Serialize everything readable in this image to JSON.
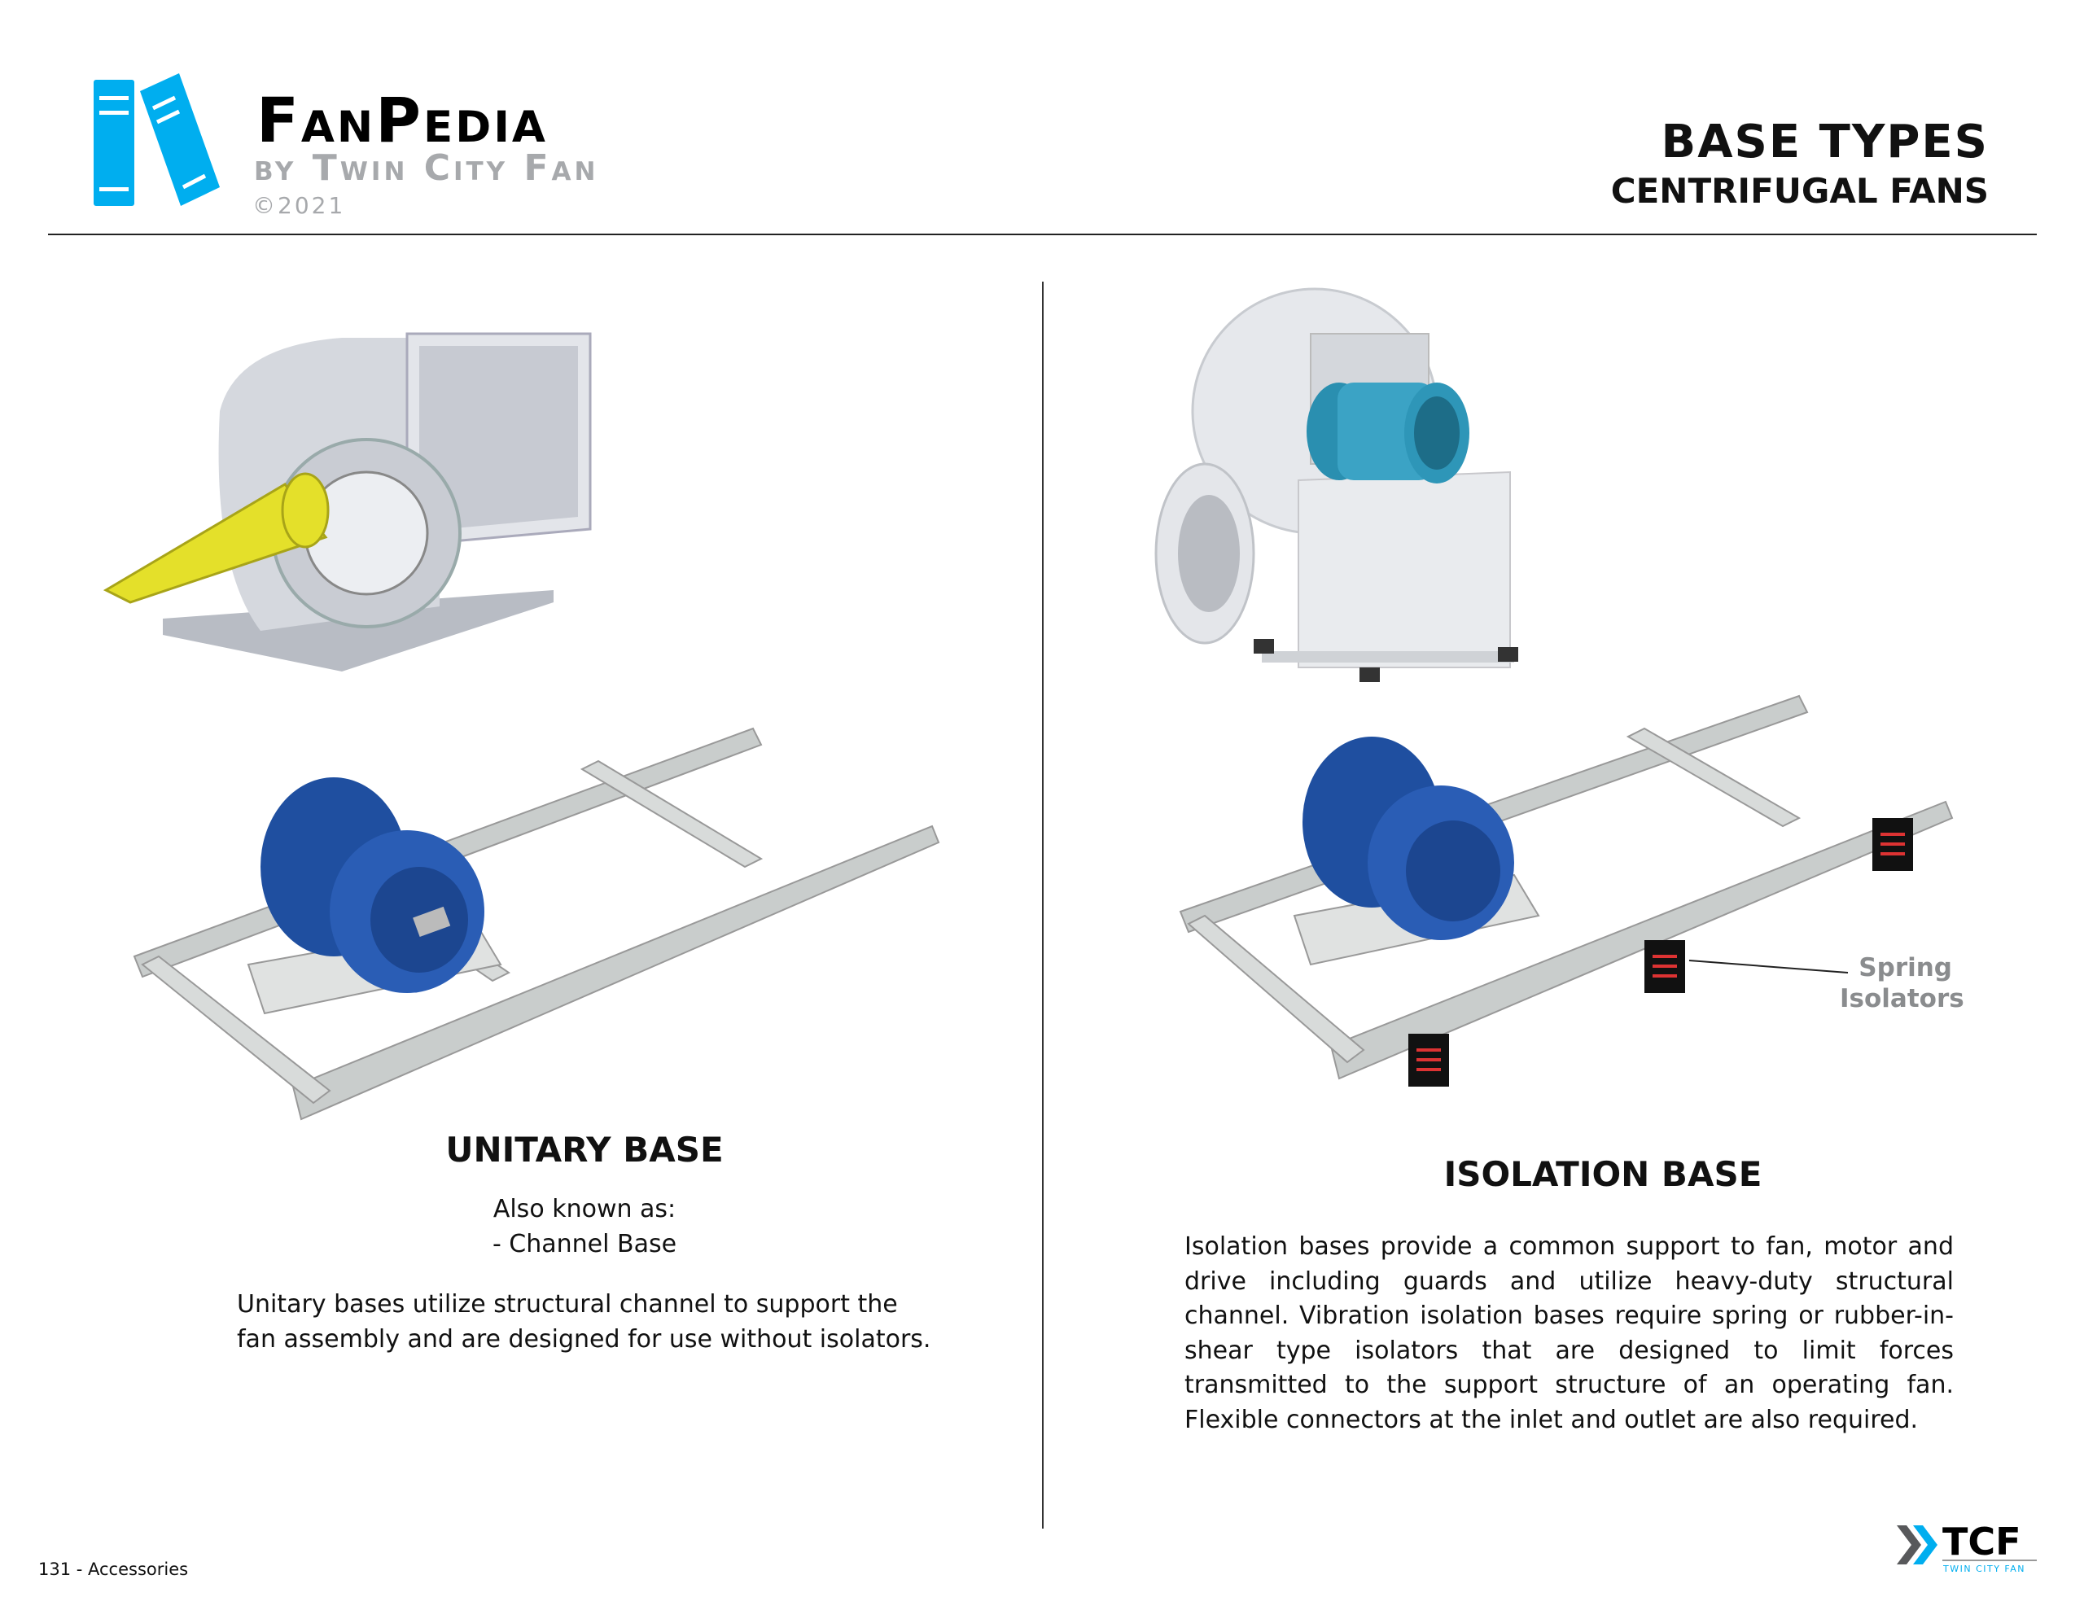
{
  "logo": {
    "title": "FanPedia",
    "subtitle": "by Twin City Fan",
    "copyright": "©2021"
  },
  "header": {
    "title": "BASE TYPES",
    "subtitle": "CENTRIFUGAL FANS"
  },
  "unitary": {
    "title": "UNITARY BASE",
    "aka_label": "Also known as:",
    "aka_item": "- Channel Base",
    "description": "Unitary bases utilize structural channel to support the fan assembly and are designed for use without isolators."
  },
  "isolation": {
    "title": "ISOLATION BASE",
    "callout_line1": "Spring",
    "callout_line2": "Isolators",
    "description": "Isolation bases provide a common support to fan, motor and drive including guards and utilize heavy-duty structural channel. Vibration isolation bases require spring or rubber-in-shear type isolators that are designed to limit forces transmitted to the support structure of an operating fan. Flexible connectors at the inlet and outlet are also required."
  },
  "footer": {
    "page": "131 - Accessories",
    "brand_logo": "TCF",
    "brand_logo_sub": "Twin City Fan"
  },
  "colors": {
    "logo_blue": "#00aeef",
    "logo_gray": "#a7a9ac",
    "motor_blue": "#1f4fa0",
    "frame_gray": "#c9cdcc",
    "guard_yellow": "#e4e02a"
  }
}
